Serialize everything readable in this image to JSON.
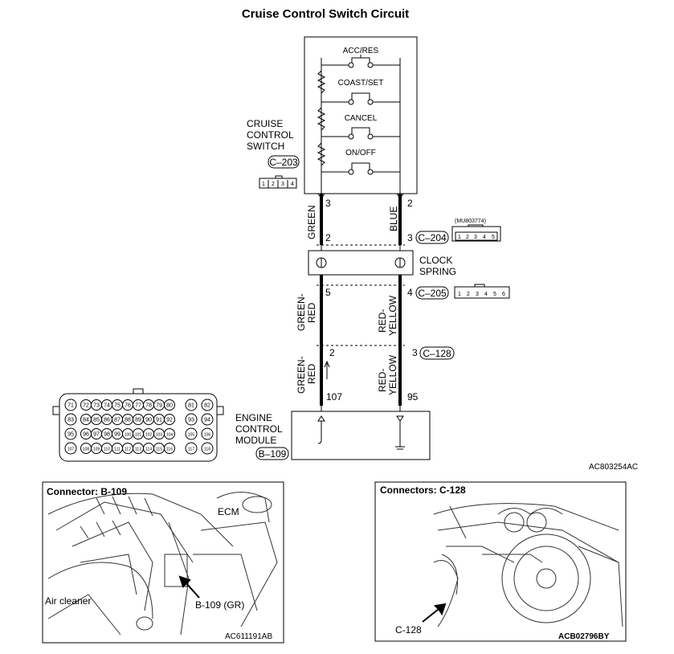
{
  "title": "Cruise Control Switch Circuit",
  "switches": [
    "ACC/RES",
    "COAST/SET",
    "CANCEL",
    "ON/OFF"
  ],
  "cruise_switch_label": [
    "CRUISE",
    "CONTROL",
    "SWITCH"
  ],
  "connectors": {
    "c203": "C–203",
    "c204": "C–204",
    "c205": "C–205",
    "c128": "C–128",
    "b109": "B–109",
    "mu_code": "(MU803774)"
  },
  "pins": {
    "sw_left": "3",
    "sw_right": "2",
    "c204_left": "2",
    "c204_right": "3",
    "c205_left": "5",
    "c205_right": "4",
    "c128_left": "2",
    "c128_right": "3",
    "ecm_left": "107",
    "ecm_right": "95"
  },
  "wire_colors": {
    "upper_left": "GREEN",
    "upper_right": "BLUE",
    "mid_left": [
      "GREEN-",
      "RED"
    ],
    "mid_right": [
      "RED-",
      "YELLOW"
    ],
    "low_left": [
      "GREEN-",
      "RED"
    ],
    "low_right": [
      "RED-",
      "YELLOW"
    ]
  },
  "clock_spring_label": [
    "CLOCK",
    "SPRING"
  ],
  "ecm_label": [
    "ENGINE",
    "CONTROL",
    "MODULE"
  ],
  "diagram_code": "AC803254AC",
  "c203_pins": [
    "1",
    "2",
    "3",
    "4"
  ],
  "c204_pins": [
    "1",
    "2",
    "3",
    "4",
    "5"
  ],
  "c205_pins": [
    "1",
    "2",
    "3",
    "4",
    "5",
    "6"
  ],
  "ecm_pin_rows": [
    [
      "71",
      "72",
      "73",
      "74",
      "75",
      "76",
      "77",
      "78",
      "79",
      "80",
      "81",
      "82"
    ],
    [
      "83",
      "84",
      "85",
      "86",
      "87",
      "88",
      "89",
      "90",
      "91",
      "92",
      "93",
      "94"
    ],
    [
      "95",
      "96",
      "97",
      "98",
      "99",
      "100",
      "101",
      "102",
      "103",
      "104",
      "105",
      "106"
    ],
    [
      "107",
      "108",
      "109",
      "110",
      "111",
      "112",
      "113",
      "114",
      "115",
      "116",
      "117",
      "118"
    ]
  ],
  "photo_left": {
    "title": "Connector: B-109",
    "label_ecm": "ECM",
    "label_air": "Air cleaner",
    "label_conn": "B-109 (GR)",
    "code": "AC611191AB"
  },
  "photo_right": {
    "title": "Connectors: C-128",
    "label_conn": "C-128",
    "code": "ACB02796BY"
  }
}
